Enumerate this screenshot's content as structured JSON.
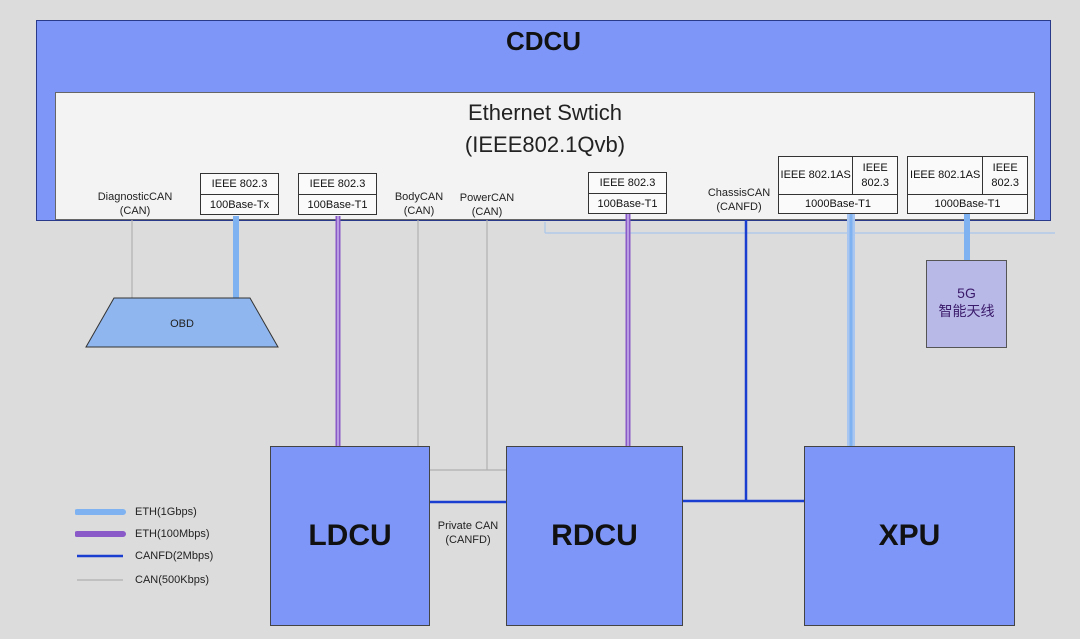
{
  "cdcu": {
    "label": "CDCU"
  },
  "switch": {
    "title_line1": "Ethernet Swtich",
    "title_line2": "(IEEE802.1Qvb)"
  },
  "ports": {
    "p1": {
      "top": "IEEE 802.3",
      "bottom": "100Base-Tx"
    },
    "p2": {
      "top": "IEEE 802.3",
      "bottom": "100Base-T1"
    },
    "p3": {
      "top": "IEEE 802.3",
      "bottom": "100Base-T1"
    },
    "p4": {
      "top_left": "IEEE 802.1AS",
      "top_right": "IEEE 802.3",
      "bottom": "1000Base-T1"
    },
    "p5": {
      "top_left": "IEEE 802.1AS",
      "top_right": "IEEE 802.3",
      "bottom": "1000Base-T1"
    }
  },
  "can_labels": {
    "diagnostic": {
      "name": "DiagnosticCAN",
      "type": "(CAN)"
    },
    "body": {
      "name": "BodyCAN",
      "type": "(CAN)"
    },
    "power": {
      "name": "PowerCAN",
      "type": "(CAN)"
    },
    "chassis": {
      "name": "ChassisCAN",
      "type": "(CANFD)"
    }
  },
  "obd": {
    "label": "OBD"
  },
  "antenna": {
    "line1": "5G",
    "line2": "智能天线"
  },
  "nodes": {
    "ldcu": "LDCU",
    "rdcu": "RDCU",
    "xpu": "XPU"
  },
  "private_can": {
    "line1": "Private CAN",
    "line2": "(CANFD)"
  },
  "legend": [
    {
      "label": "ETH(1Gbps)",
      "color": "#7fb2f0"
    },
    {
      "label": "ETH(100Mbps)",
      "color": "#8a5ac8"
    },
    {
      "label": "CANFD(2Mbps)",
      "color": "#1a3fd0"
    },
    {
      "label": "CAN(500Kbps)",
      "color": "#b0b0b0"
    }
  ]
}
